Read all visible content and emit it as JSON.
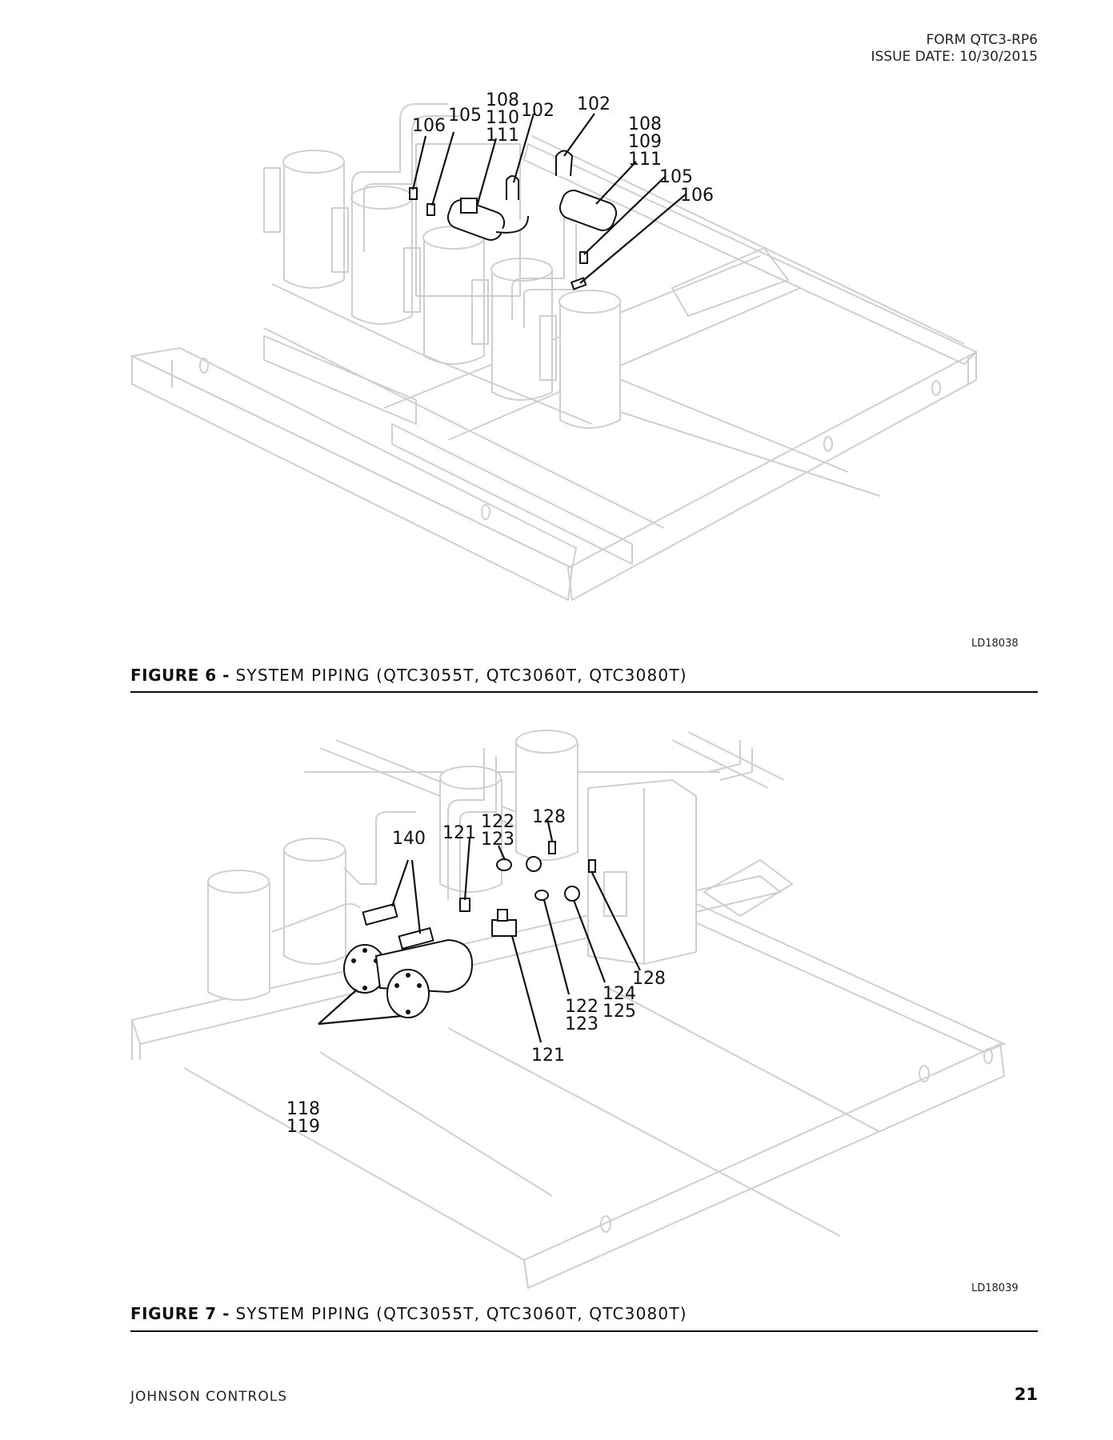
{
  "header": {
    "form": "FORM QTC3-RP6",
    "issue_date": "ISSUE DATE: 10/30/2015"
  },
  "figure6": {
    "code": "LD18038",
    "caption_label": "FIGURE 6 -",
    "caption_text": "SYSTEM PIPING (QTC3055T, QTC3060T, QTC3080T)",
    "callouts": [
      "106",
      "105",
      "108",
      "110",
      "111",
      "102",
      "102",
      "108",
      "109",
      "111",
      "105",
      "106"
    ]
  },
  "figure7": {
    "code": "LD18039",
    "caption_label": "FIGURE 7 -",
    "caption_text": "SYSTEM PIPING (QTC3055T, QTC3060T, QTC3080T)",
    "callouts": [
      "128",
      "122",
      "123",
      "121",
      "140",
      "128",
      "124",
      "125",
      "122",
      "123",
      "121",
      "118",
      "119"
    ]
  },
  "footer": {
    "company": "JOHNSON CONTROLS",
    "page_number": "21"
  }
}
